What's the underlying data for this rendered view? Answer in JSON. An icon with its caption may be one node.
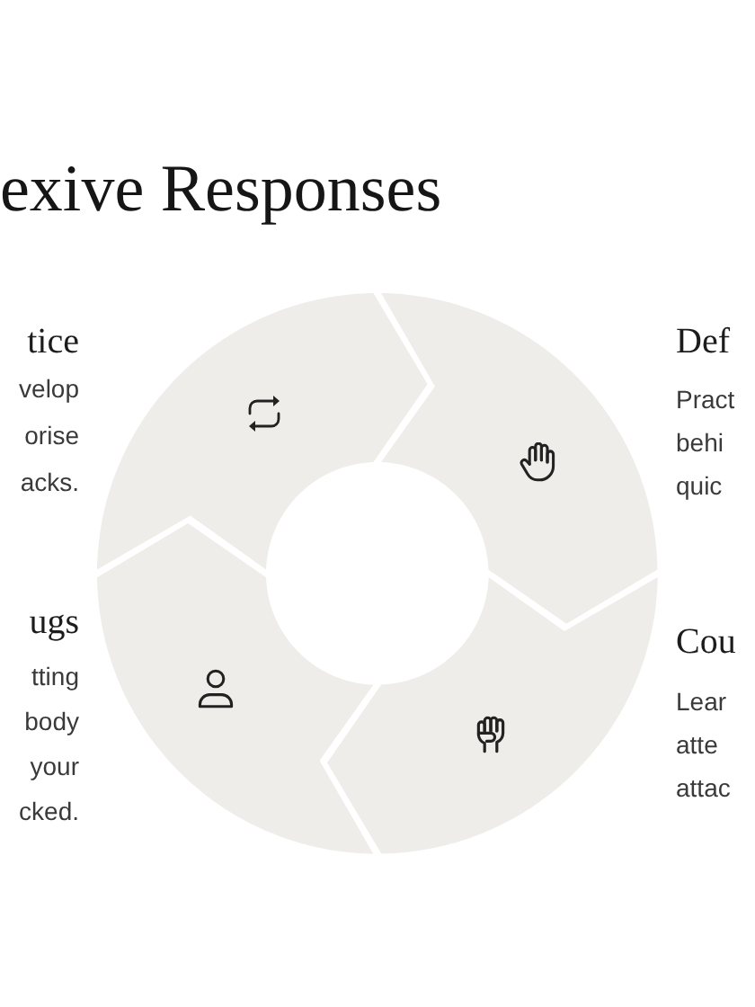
{
  "diagram": {
    "title": "exive Responses",
    "nodes": [
      {
        "text": [],
        "shape": "segment",
        "beside": [
          "tice",
          "velop orise acks."
        ]
      },
      {
        "text": [],
        "shape": "segment",
        "beside": [
          "Def",
          "Pract behi quic"
        ]
      },
      {
        "text": [],
        "shape": "segment",
        "beside": [
          "ugs",
          "tting body your cked."
        ]
      },
      {
        "text": [],
        "shape": "segment",
        "beside": [
          "Cou",
          "Lear atte attac"
        ]
      }
    ]
  }
}
